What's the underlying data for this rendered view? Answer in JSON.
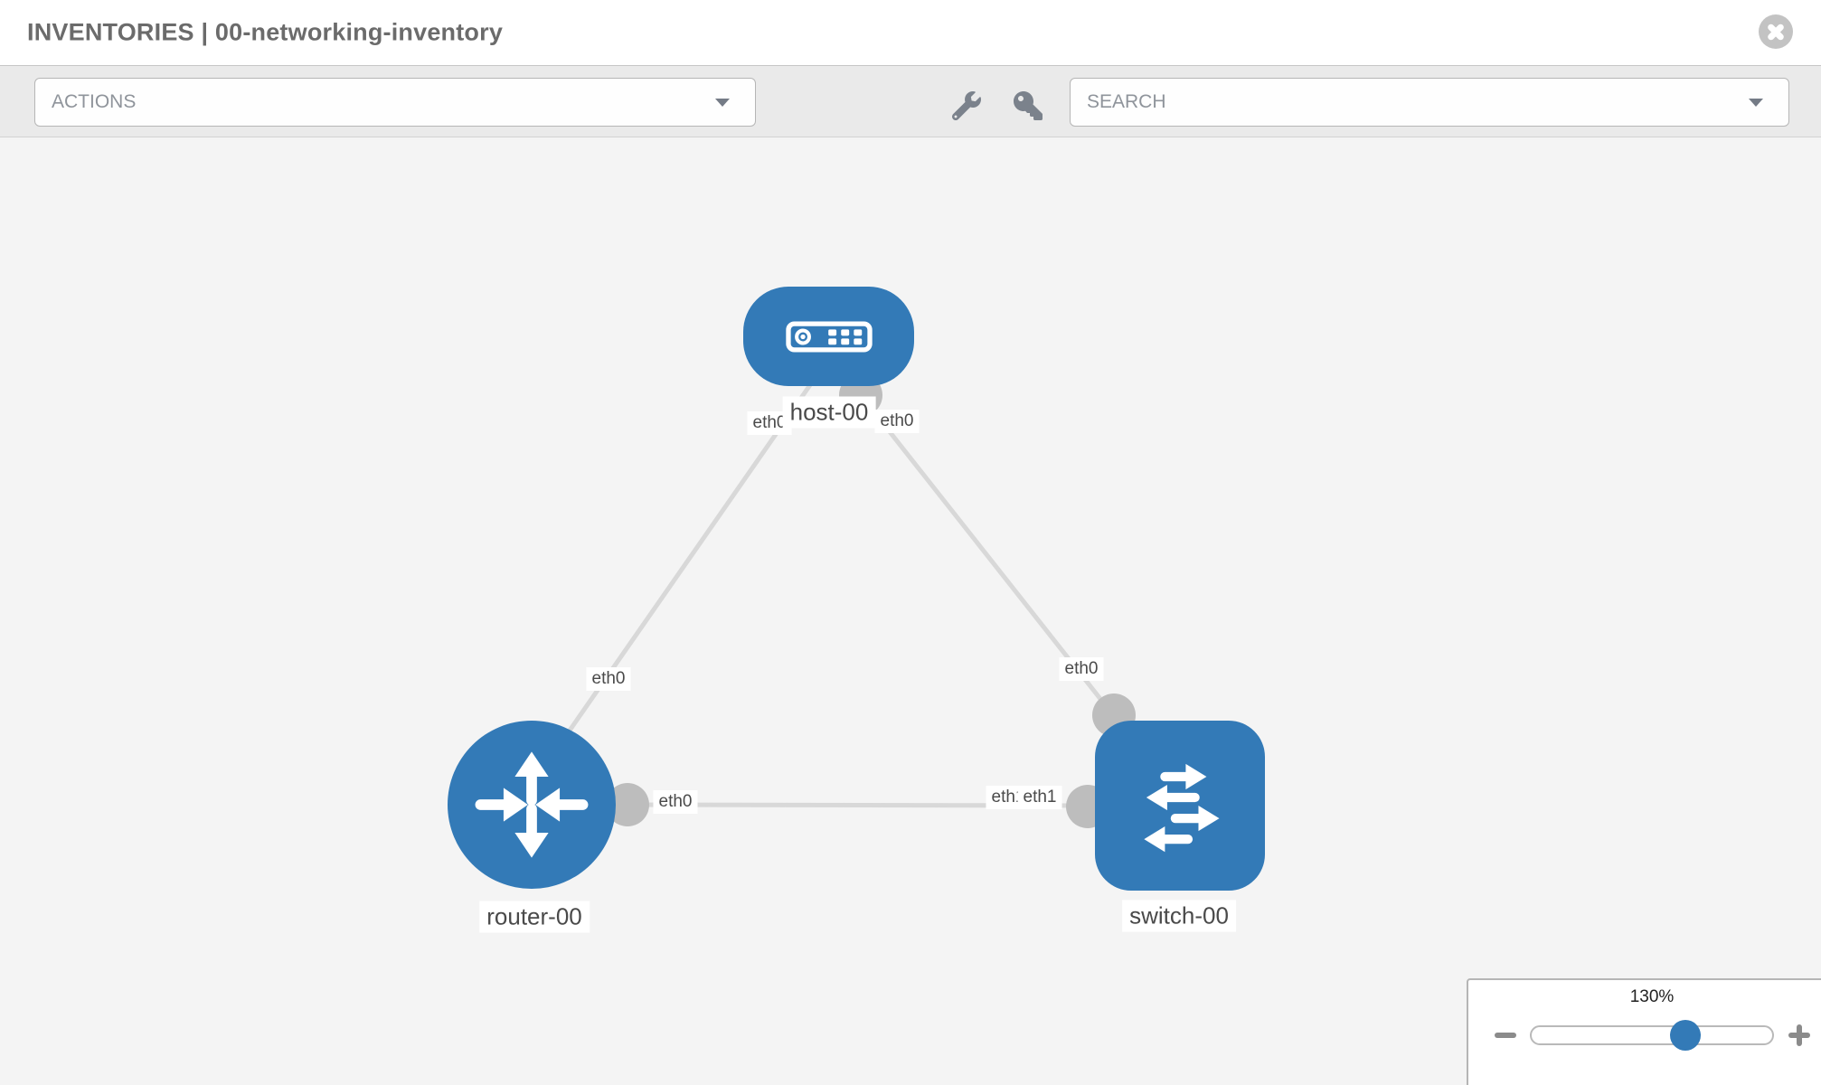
{
  "header": {
    "title": "INVENTORIES | 00-networking-inventory"
  },
  "toolbar": {
    "actions_label": "ACTIONS",
    "search_label": "SEARCH",
    "icons": [
      "wrench-icon",
      "key-icon"
    ]
  },
  "canvas": {
    "nodes": [
      {
        "label": "host-00",
        "type": "host"
      },
      {
        "label": "router-00",
        "type": "router"
      },
      {
        "label": "switch-00",
        "type": "switch"
      }
    ],
    "links": [
      {
        "source": "host-00",
        "source_if": "eth0",
        "target": "router-00",
        "target_if": "eth0"
      },
      {
        "source": "host-00",
        "source_if": "eth0",
        "target": "switch-00",
        "target_if": "eth0"
      },
      {
        "source": "router-00",
        "source_if": "eth0",
        "target": "switch-00",
        "target_if": "eth1"
      }
    ]
  },
  "zoom_control": {
    "level": "130%",
    "icons": [
      "minus-icon",
      "plus-icon"
    ]
  },
  "colors": {
    "node_blue": "#337ab7",
    "edge_gray": "#d8d8d8",
    "endpoint_gray": "#bdbdbd",
    "toolbar_gray": "#eaeaea",
    "canvas_gray": "#f4f4f4"
  }
}
